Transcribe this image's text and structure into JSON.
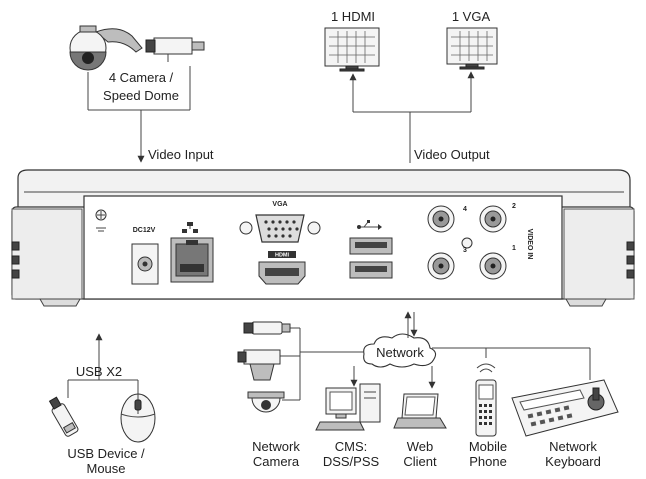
{
  "labels": {
    "hdmi_monitor": "1 HDMI",
    "vga_monitor": "1 VGA",
    "camera_line1": "4 Camera /",
    "camera_line2": "Speed Dome",
    "video_input": "Video Input",
    "video_output": "Video Output",
    "usb_x2": "USB X2",
    "usb_device_line1": "USB Device /",
    "usb_device_line2": "Mouse",
    "network": "Network",
    "network_camera_line1": "Network",
    "network_camera_line2": "Camera",
    "cms_line1": "CMS:",
    "cms_line2": "DSS/PSS",
    "web_client_line1": "Web",
    "web_client_line2": "Client",
    "mobile_phone_line1": "Mobile",
    "mobile_phone_line2": "Phone",
    "network_keyboard_line1": "Network",
    "network_keyboard_line2": "Keyboard"
  },
  "panel": {
    "vga": "VGA",
    "hdmi": "HDMI",
    "dc_in": "DC12V",
    "video_in": "VIDEO IN",
    "bnc_1": "1",
    "bnc_2": "2",
    "bnc_3": "3",
    "bnc_4": "4"
  }
}
